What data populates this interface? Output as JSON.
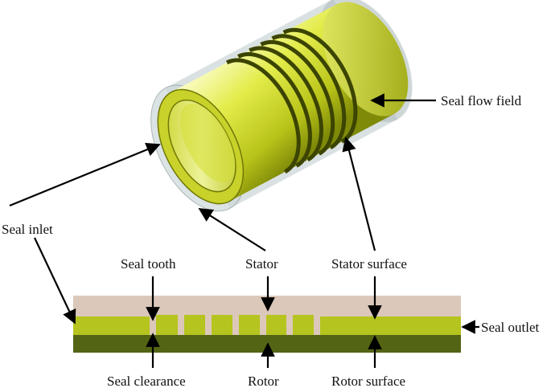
{
  "labels": {
    "seal_flow_field": "Seal flow field",
    "seal_inlet": "Seal inlet",
    "seal_tooth": "Seal tooth",
    "stator": "Stator",
    "stator_surface": "Stator surface",
    "seal_outlet": "Seal outlet",
    "seal_clearance": "Seal clearance",
    "rotor": "Rotor",
    "rotor_surface": "Rotor surface"
  },
  "colors": {
    "flow_field": "#b5c41e",
    "stator": "#dcc8ba",
    "rotor": "#536414",
    "cylinder_yellow": "#dfe44a",
    "stator_shell": "#bcc8cc"
  },
  "seal_tooth_count": 6
}
